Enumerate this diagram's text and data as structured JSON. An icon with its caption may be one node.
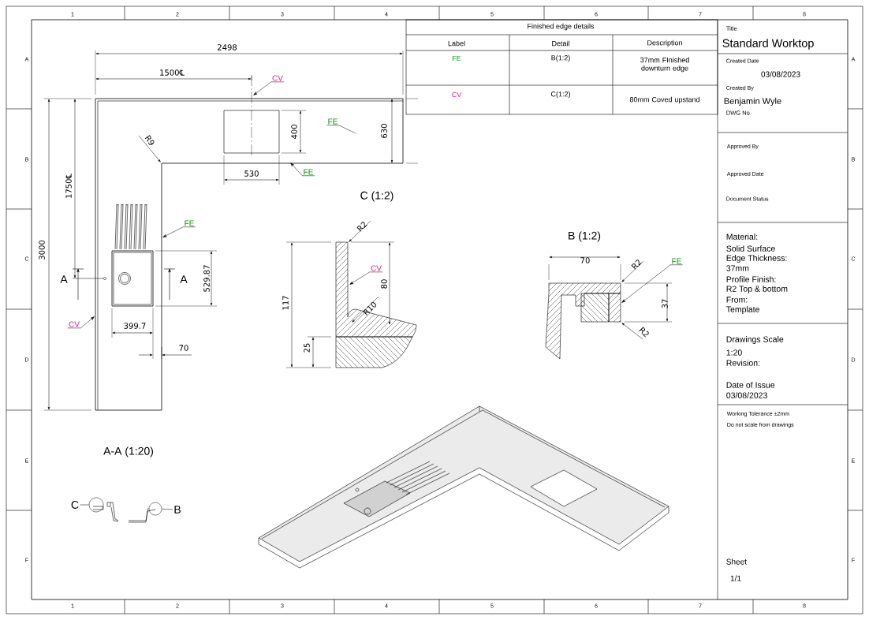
{
  "diagram": {
    "nodes": [
      {
        "text": [
          "CV"
        ]
      },
      {
        "text": [
          "FE"
        ]
      },
      {
        "text": [
          "FE"
        ]
      },
      {
        "text": [
          "FE"
        ]
      },
      {
        "text": [
          "CV"
        ]
      },
      {
        "text": [
          "CV"
        ]
      },
      {
        "text": [
          "FE"
        ]
      },
      {
        "text": [
          "C"
        ]
      },
      {
        "text": [],
        "shape": "circle"
      },
      {
        "text": [],
        "shape": "circle"
      },
      {
        "text": [
          "B"
        ]
      }
    ],
    "edges": [
      {
        "from": 0,
        "to": null,
        "arrow": "to"
      },
      {
        "from": 1,
        "to": null,
        "arrow": "none"
      },
      {
        "from": 2,
        "to": null,
        "arrow": "to"
      },
      {
        "from": 3,
        "to": null,
        "arrow": "to"
      },
      {
        "from": 4,
        "to": null,
        "arrow": "to"
      },
      {
        "from": 5,
        "to": null,
        "arrow": "to"
      },
      {
        "from": 6,
        "to": null,
        "arrow": "to"
      },
      {
        "from": 7,
        "to": 8,
        "arrow": "none"
      },
      {
        "from": 10,
        "to": 9,
        "arrow": "none"
      }
    ],
    "labels": [
      "1",
      "2",
      "3",
      "4",
      "5",
      "6",
      "7",
      "8",
      "A",
      "B",
      "C",
      "D",
      "E",
      "F",
      "A",
      "B",
      "C",
      "D",
      "E",
      "F",
      "1",
      "2",
      "3",
      "4",
      "5",
      "6",
      "7",
      "8",
      "Finished edge details",
      "Label",
      "Detail",
      "Description",
      "FE",
      "B(1:2)",
      "37mm FInished downturn edge",
      "CV",
      "C(1:2)",
      "80mm Coved upstand",
      "Title",
      "Standard Worktop",
      "Created Date",
      "03/08/2023",
      "Created By",
      "Benjamin Wyle",
      "DWG No.",
      "Approved By",
      "Approved Date",
      "Document Status",
      "Material:",
      "Solid Surface",
      "Edge Thickness:",
      "37mm",
      "Profile Finish:",
      "R2 Top & bottom",
      "From:",
      "Template",
      "Drawings Scale",
      "1:20",
      "Revision:",
      "Date of Issue",
      "03/08/2023",
      "Working Tolerance ±2mm",
      "Do not scale from drawings",
      "Sheet",
      "1/1",
      "2498",
      "1500℄",
      "400",
      "630",
      "530",
      "R9",
      "1750℄",
      "3000",
      "529.87",
      "399.7",
      "70",
      "A",
      "A",
      "C (1:2)",
      "R2",
      "117",
      "80",
      "R10",
      "25",
      "B (1:2)",
      "70",
      "R2",
      "37",
      "R2",
      "A-A (1:20)"
    ]
  }
}
